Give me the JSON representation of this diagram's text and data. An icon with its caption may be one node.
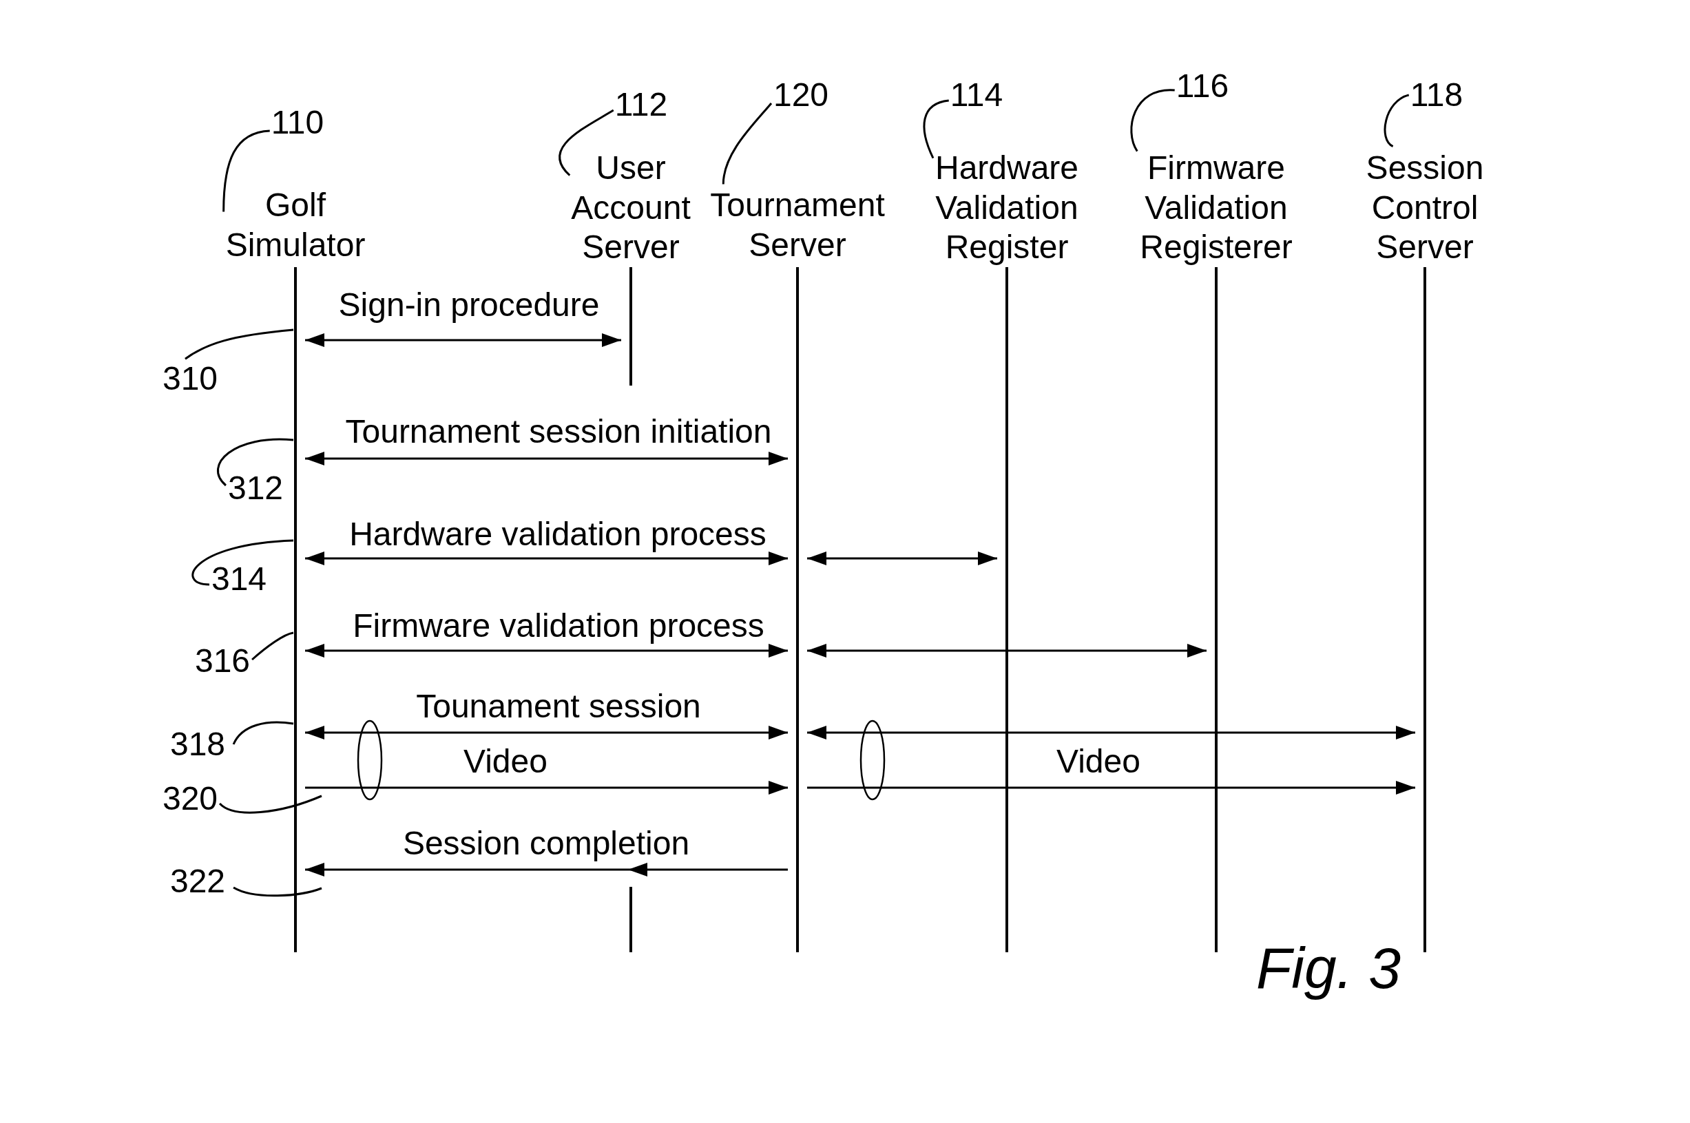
{
  "diagram": {
    "nodes": [
      {
        "text": [
          "110"
        ]
      },
      {
        "text": [
          "Golf Simulator"
        ]
      },
      {
        "text": [
          "112"
        ]
      },
      {
        "text": [
          "User Account Server"
        ]
      },
      {
        "text": [
          "120"
        ]
      },
      {
        "text": [
          "Tournament Server"
        ]
      },
      {
        "text": [
          "114"
        ]
      },
      {
        "text": [
          "Hardware Validation Register"
        ]
      },
      {
        "text": [
          "116"
        ]
      },
      {
        "text": [
          "Firmware Validation Registerer"
        ]
      },
      {
        "text": [
          "118"
        ]
      },
      {
        "text": [
          "Session Control Server"
        ]
      },
      {
        "text": [],
        "shape": "bar"
      },
      {
        "text": [],
        "shape": "bar"
      },
      {
        "text": [],
        "shape": "bar"
      },
      {
        "text": [],
        "shape": "bar"
      },
      {
        "text": [],
        "shape": "bar"
      },
      {
        "text": [],
        "shape": "bar"
      },
      {
        "text": [],
        "shape": "bar"
      },
      {
        "text": [
          "310"
        ]
      },
      {
        "text": [
          "312"
        ]
      },
      {
        "text": [
          "314"
        ]
      },
      {
        "text": [
          "316"
        ]
      },
      {
        "text": [
          "318"
        ]
      },
      {
        "text": [
          "320"
        ]
      },
      {
        "text": [
          "322"
        ]
      }
    ],
    "edges": [
      {
        "from": 0,
        "to": 1,
        "arrow": "none"
      },
      {
        "from": 2,
        "to": 3,
        "arrow": "none"
      },
      {
        "from": 4,
        "to": 5,
        "arrow": "none"
      },
      {
        "from": 6,
        "to": 7,
        "arrow": "none"
      },
      {
        "from": 8,
        "to": 9,
        "arrow": "none"
      },
      {
        "from": 10,
        "to": 11,
        "arrow": "none"
      },
      {
        "from": 12,
        "to": 13,
        "arrow": "both",
        "label": "Sign-in procedure"
      },
      {
        "from": 12,
        "to": 14,
        "arrow": "both",
        "label": "Tournament session initiation"
      },
      {
        "from": 12,
        "to": 14,
        "arrow": "both",
        "label": "Hardware validation process"
      },
      {
        "from": 14,
        "to": 15,
        "arrow": "both"
      },
      {
        "from": 12,
        "to": 14,
        "arrow": "both",
        "label": "Firmware validation process"
      },
      {
        "from": 14,
        "to": 16,
        "arrow": "both"
      },
      {
        "from": 12,
        "to": 14,
        "arrow": "both",
        "label": "Tounament session"
      },
      {
        "from": 14,
        "to": 17,
        "arrow": "both"
      },
      {
        "from": 12,
        "to": 14,
        "arrow": "to",
        "label": "Video"
      },
      {
        "from": 14,
        "to": 17,
        "arrow": "to",
        "label": "Video"
      },
      {
        "from": 14,
        "to": 12,
        "arrow": "to",
        "label": "Session completion"
      },
      {
        "from": 19,
        "to": 12,
        "arrow": "none"
      },
      {
        "from": 20,
        "to": 12,
        "arrow": "none"
      },
      {
        "from": 21,
        "to": 12,
        "arrow": "none"
      },
      {
        "from": 22,
        "to": 12,
        "arrow": "none"
      },
      {
        "from": 23,
        "to": 12,
        "arrow": "none"
      },
      {
        "from": 24,
        "to": null,
        "arrow": "none"
      },
      {
        "from": 25,
        "to": null,
        "arrow": "none"
      }
    ],
    "caption": "Fig. 3"
  }
}
